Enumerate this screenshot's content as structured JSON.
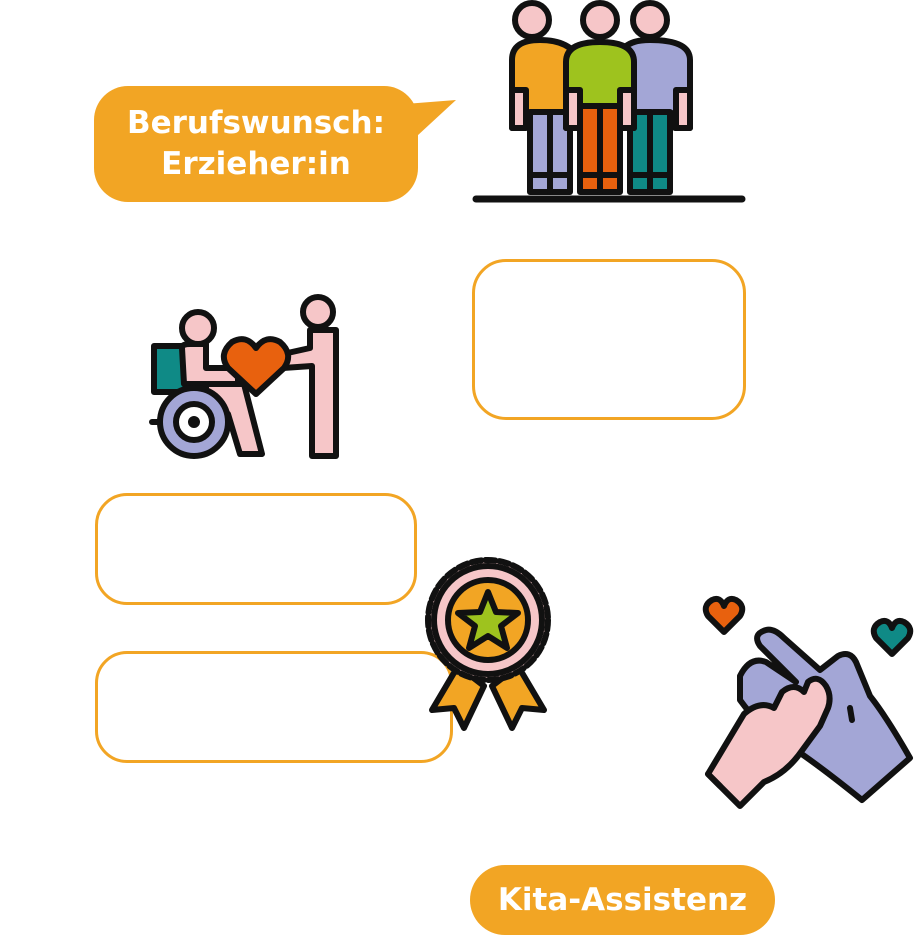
{
  "speech_bubble": {
    "line1": "Berufswunsch:",
    "line2": "Erzieher:in"
  },
  "pill_label": "Kita-Assistenz",
  "icons": [
    "group-of-people-icon",
    "wheelchair-care-icon",
    "award-medal-icon",
    "helping-hands-icon"
  ],
  "colors": {
    "accent": "#f2a524",
    "outline": "#111111",
    "skin": "#f6c6c8",
    "green": "#9ec31e",
    "lavender": "#a3a6d6",
    "orange_red": "#e8610e",
    "teal": "#0f8a86"
  }
}
